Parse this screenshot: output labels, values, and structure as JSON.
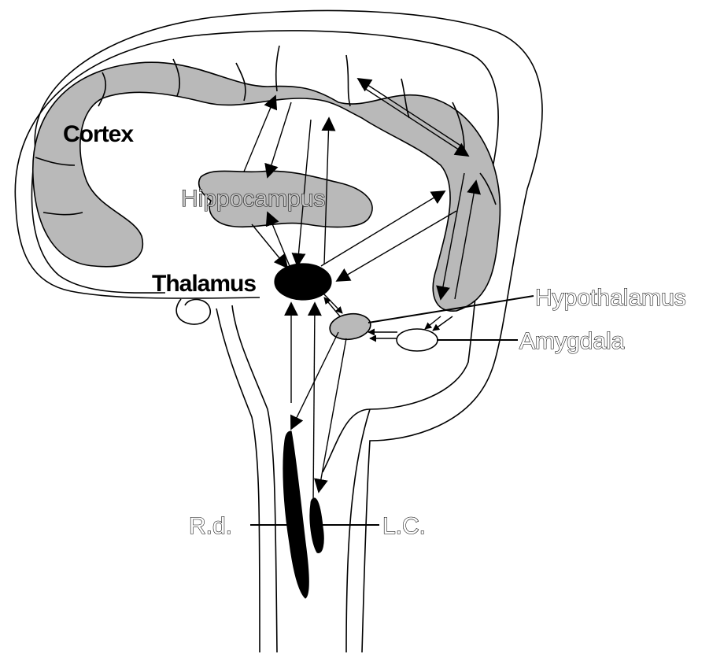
{
  "labels": {
    "cortex": "Cortex",
    "hippocampus": "Hippocampus",
    "thalamus": "Thalamus",
    "hypothalamus": "Hypothalamus",
    "amygdala": "Amygdala",
    "rd": "R.d.",
    "lc": "L.C."
  },
  "colors": {
    "region_fill": "#b9b9b9",
    "nucleus_fill": "#000000",
    "line": "#000000",
    "background": "#ffffff"
  }
}
